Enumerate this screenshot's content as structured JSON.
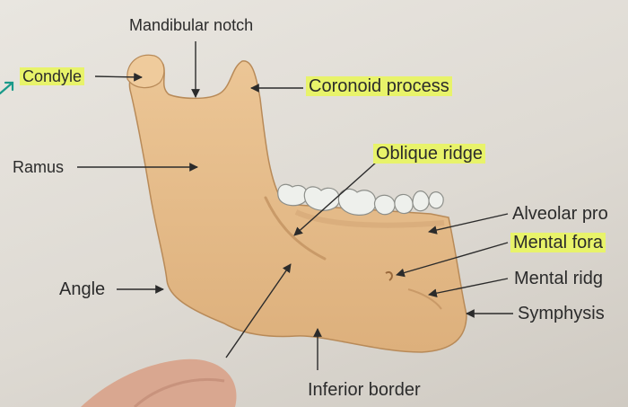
{
  "colors": {
    "bone": "#e8c08e",
    "bone_shadow": "#c99a68",
    "tooth": "#eef0ec",
    "highlight": "#e8f36a",
    "ink": "#2b2b2b",
    "pen_mark": "#1a9a8a",
    "finger": "#d9a48c"
  },
  "labels": {
    "mandibular_notch": "Mandibular notch",
    "condyle": "Condyle",
    "coronoid_process": "Coronoid process",
    "ramus": "Ramus",
    "oblique_ridge": "Oblique ridge",
    "alveolar_process": "Alveolar pro",
    "mental_foramen": "Mental fora",
    "mental_ridge": "Mental ridg",
    "symphysis": "Symphysis",
    "angle": "Angle",
    "inferior_border": "Inferior border"
  }
}
